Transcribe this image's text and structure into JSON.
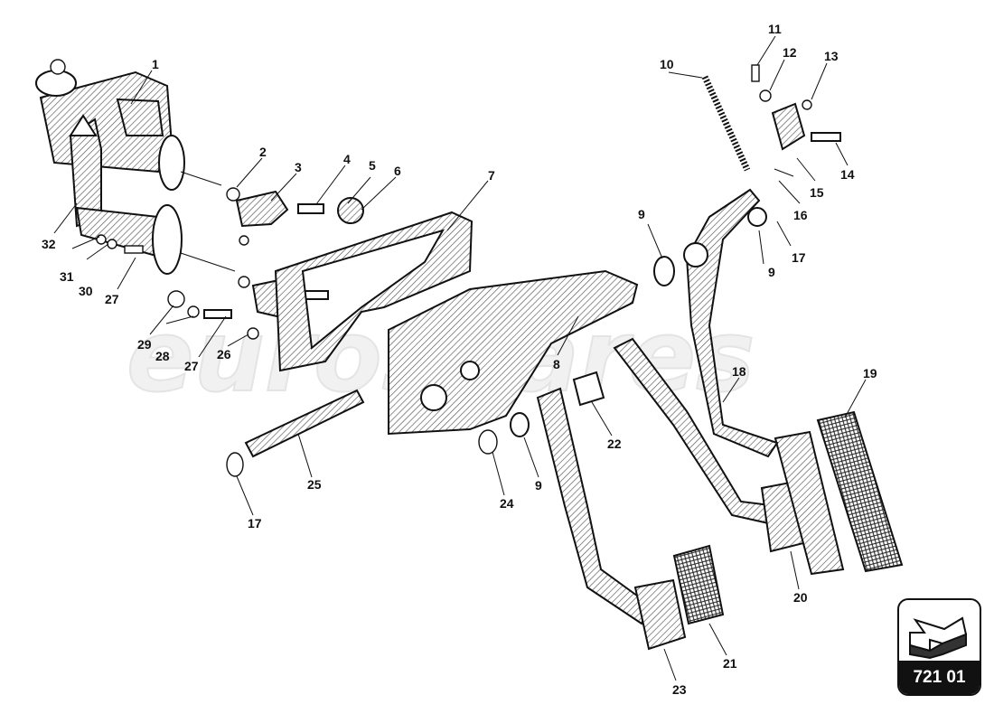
{
  "diagram": {
    "watermark": "eurospares",
    "page_code": "721 01",
    "callouts": {
      "c1": "1",
      "c2": "2",
      "c3": "3",
      "c4": "4",
      "c5": "5",
      "c6": "6",
      "c7": "7",
      "c8": "8",
      "c9a": "9",
      "c9b": "9",
      "c9c": "9",
      "c10": "10",
      "c11": "11",
      "c12": "12",
      "c13": "13",
      "c14": "14",
      "c15": "15",
      "c16": "16",
      "c17a": "17",
      "c17b": "17",
      "c18": "18",
      "c19": "19",
      "c20": "20",
      "c21": "21",
      "c22": "22",
      "c23": "23",
      "c24": "24",
      "c25": "25",
      "c26": "26",
      "c27a": "27",
      "c27b": "27",
      "c28": "28",
      "c29": "29",
      "c30": "30",
      "c31": "31",
      "c32": "32"
    }
  }
}
